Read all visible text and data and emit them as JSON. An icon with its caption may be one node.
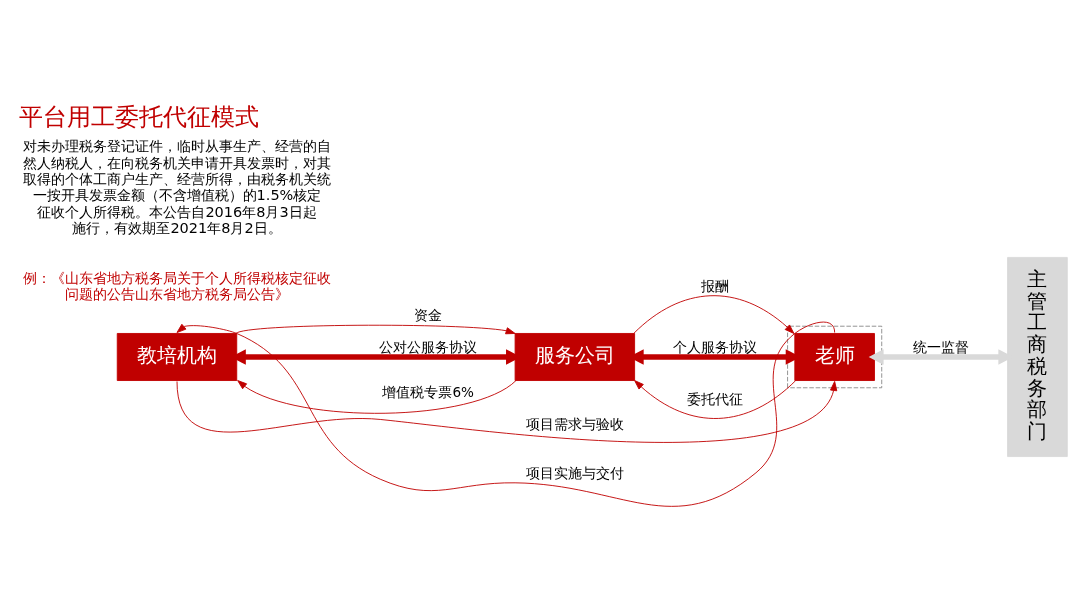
{
  "diagram": {
    "title": "平台用工委托代征模式",
    "nodes": [
      {
        "text": [
          "教培机构"
        ]
      },
      {
        "text": [
          "服务公司"
        ]
      },
      {
        "text": [],
        "shape": "box"
      },
      {
        "text": [
          "老师"
        ],
        "in": 2
      },
      {
        "text": [
          "主管工商税务部门"
        ]
      }
    ],
    "edges": [
      {
        "from": 3,
        "to": 0,
        "arrow": "to",
        "label": "项目实施与交付"
      },
      {
        "from": 0,
        "to": 1,
        "arrow": "to",
        "label": "资金"
      },
      {
        "from": 1,
        "to": 3,
        "arrow": "to",
        "label": "报酬"
      },
      {
        "from": 0,
        "to": 1,
        "arrow": "both",
        "label": "公对公服务协议",
        "style": "thick"
      },
      {
        "from": 1,
        "to": 3,
        "arrow": "both",
        "label": "个人服务协议",
        "style": "thick"
      },
      {
        "from": 3,
        "to": 4,
        "arrow": "both",
        "label": "统一监督",
        "style": "thick",
        "color": "#d9d9d9"
      },
      {
        "from": 1,
        "to": 0,
        "arrow": "to",
        "label": "增值税专票6%"
      },
      {
        "from": 3,
        "to": 1,
        "arrow": "to",
        "label": "委托代征"
      },
      {
        "from": 0,
        "to": 3,
        "arrow": "to",
        "label": "项目需求与验收"
      }
    ],
    "labels": [
      "例：《山东省地方税务局关于个人所得税核定征收问题的公告山东省地方税务局公告》",
      "对未办理税务登记证件，临时从事生产、经营的自然人纳税人，在向税务机关申请开具发票时，对其取得的个体工商户生产、经营所得，由税务机关统一按开具发票金额（不含增值税）的1.5%核定征收个人所得税。本公告自2016年8月3日起施行，有效期至2021年8月2日。"
    ]
  }
}
